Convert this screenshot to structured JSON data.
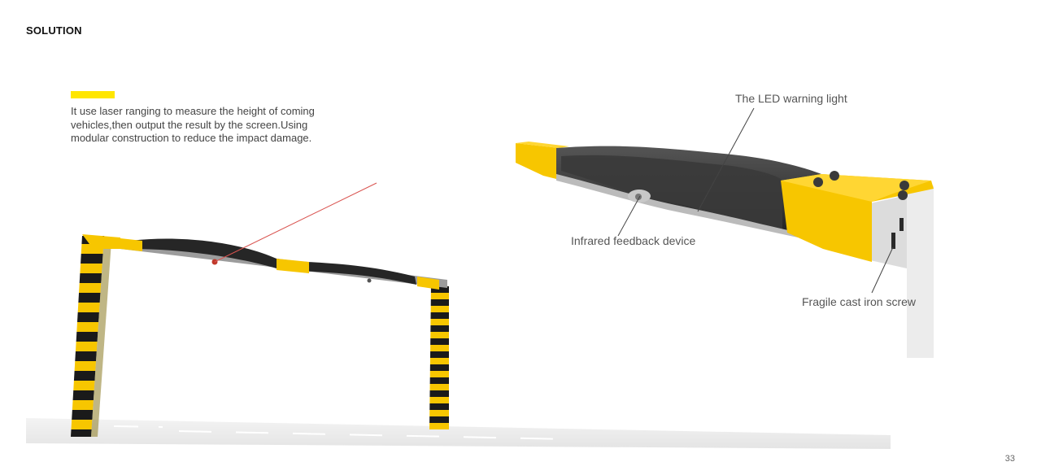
{
  "section": {
    "title": "SOLUTION"
  },
  "intro": {
    "text": "It use laser ranging to measure the height of coming vehicles,then output the result by the screen.Using modular construction to reduce the impact damage."
  },
  "callouts": {
    "led": "The LED warning light",
    "infrared": "Infrared feedback device",
    "screw": "Fragile cast iron screw"
  },
  "footer": {
    "page_number": "33"
  },
  "colors": {
    "accent": "#ffe600",
    "stripe_yellow": "#f7c600",
    "stripe_black": "#1a1a1a",
    "laser": "#d9534f",
    "bar": "#2b2b2b"
  }
}
